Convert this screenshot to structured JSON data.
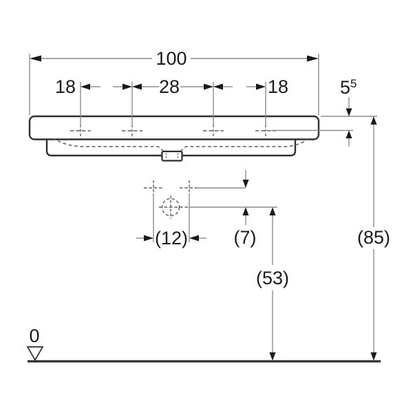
{
  "drawing": {
    "type": "sanitary washbasin front elevation with dimensions",
    "dims": {
      "total_width": "100",
      "tap_left": "18",
      "tap_center": "28",
      "tap_right": "18",
      "rim_to_tap_main": "5",
      "rim_to_tap_sup": "5",
      "bracket_spacing": "(12)",
      "bracket_offset": "(7)",
      "outlet_height": "(53)",
      "rim_height": "(85)",
      "datum_level": "0"
    },
    "colors": {
      "object_line": "#2e2e2e",
      "dimension_line": "#8c8c8c",
      "hidden_line": "#5f5f5f",
      "text": "#1a1a1a",
      "background": "#ffffff"
    }
  }
}
